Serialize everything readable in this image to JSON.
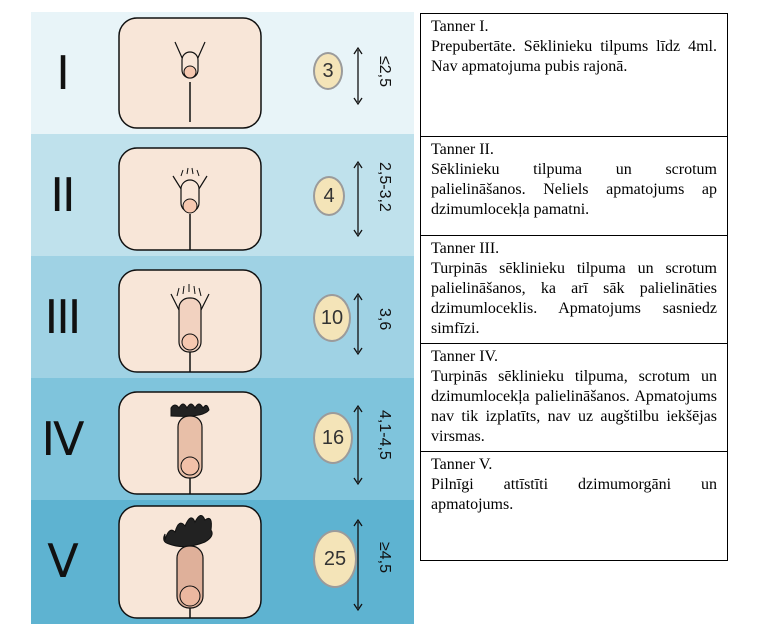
{
  "stages": [
    {
      "numeral": "I",
      "volume": "3",
      "length": "≤2,5",
      "bg": "#e8f4f8"
    },
    {
      "numeral": "II",
      "volume": "4",
      "length": "2,5-3,2",
      "bg": "#bfe1ec"
    },
    {
      "numeral": "III",
      "volume": "10",
      "length": "3,6",
      "bg": "#9fd2e4"
    },
    {
      "numeral": "IV",
      "volume": "16",
      "length": "4,1-4,5",
      "bg": "#7fc4dc"
    },
    {
      "numeral": "V",
      "volume": "25",
      "length": "≥4,5",
      "bg": "#5eb3d1"
    }
  ],
  "descriptions": [
    {
      "title": "Tanner I.",
      "text": "Prepubertāte. Sēklinieku tilpums līdz 4ml. Nav apmatojuma pubis rajonā."
    },
    {
      "title": "Tanner II.",
      "text": "Sēklinieku tilpuma un scrotum palielināšanos. Neliels apmatojums ap dzimumlocekļa pamatni."
    },
    {
      "title": "Tanner III.",
      "text": "Turpinās sēklinieku tilpuma un scrotum palielināšanos, ka arī sāk palielināties dzimumloceklis. Apmatojums sasniedz simfīzi."
    },
    {
      "title": "Tanner IV.",
      "text": "Turpinās sēklinieku tilpuma, scrotum un dzimumlocekļa palielināšanos. Apmatojums nav tik izplatīts, nav uz augštilbu iekšējas virsmas."
    },
    {
      "title": "Tanner V.",
      "text": "Pilnīgi attīstīti dzimumorgāni un apmatojums."
    }
  ],
  "colors": {
    "skin": "#f8e6d8",
    "skin_dark": "#e2b49a",
    "bead": "#f4e4b8",
    "outline": "#111111"
  }
}
